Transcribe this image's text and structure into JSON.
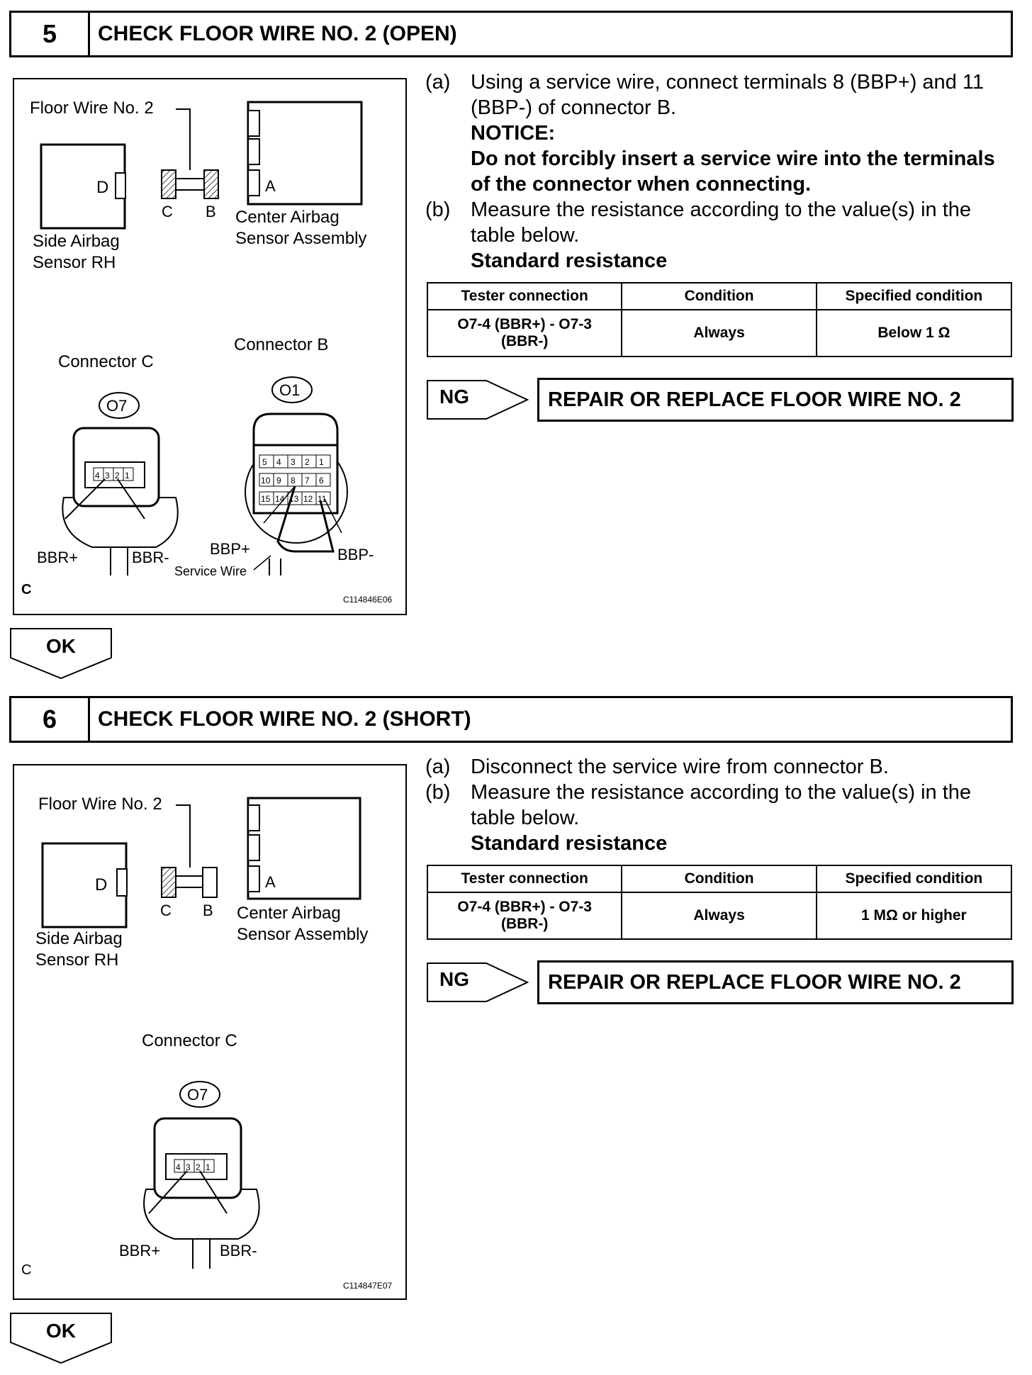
{
  "steps": [
    {
      "number": "5",
      "title": "CHECK FLOOR WIRE NO. 2 (OPEN)",
      "figure": {
        "floor_wire_label": "Floor Wire No. 2",
        "terminal_d": "D",
        "terminal_c": "C",
        "terminal_b": "B",
        "terminal_a": "A",
        "side_airbag_line1": "Side Airbag",
        "side_airbag_line2": "Sensor RH",
        "center_airbag_line1": "Center Airbag",
        "center_airbag_line2": "Sensor Assembly",
        "connector_c_label": "Connector C",
        "connector_b_label": "Connector B",
        "connector_c_code": "O7",
        "connector_b_code": "O1",
        "bbr_plus": "BBR+",
        "bbr_minus": "BBR-",
        "bbp_plus": "BBP+",
        "bbp_minus": "BBP-",
        "service_wire": "Service Wire",
        "corner_mark": "C",
        "figure_code": "C114846E06",
        "pins_c": [
          "4",
          "3",
          "2",
          "1"
        ],
        "pins_b_row1": [
          "5",
          "4",
          "3",
          "2",
          "1"
        ],
        "pins_b_row2": [
          "10",
          "9",
          "8",
          "7",
          "6"
        ],
        "pins_b_row3": [
          "15",
          "14",
          "13",
          "12",
          "11"
        ]
      },
      "instructions": {
        "a_label": "(a)",
        "a_text": "Using a service wire, connect terminals 8 (BBP+) and 11 (BBP-) of connector B.",
        "notice_label": "NOTICE:",
        "notice_text": "Do not forcibly insert a service wire into the terminals of the connector when connecting.",
        "b_label": "(b)",
        "b_text": "Measure the resistance according to the value(s) in the table below.",
        "standard": "Standard resistance"
      },
      "table": {
        "headers": [
          "Tester connection",
          "Condition",
          "Specified condition"
        ],
        "row": [
          "O7-4 (BBR+) - O7-3 (BBR-)",
          "Always",
          "Below 1 Ω"
        ]
      },
      "ng_label": "NG",
      "ng_result": "REPAIR OR REPLACE FLOOR WIRE NO. 2",
      "ok_label": "OK"
    },
    {
      "number": "6",
      "title": "CHECK FLOOR WIRE NO. 2 (SHORT)",
      "figure": {
        "floor_wire_label": "Floor Wire No. 2",
        "terminal_d": "D",
        "terminal_c": "C",
        "terminal_b": "B",
        "terminal_a": "A",
        "side_airbag_line1": "Side Airbag",
        "side_airbag_line2": "Sensor RH",
        "center_airbag_line1": "Center Airbag",
        "center_airbag_line2": "Sensor Assembly",
        "connector_c_label": "Connector C",
        "connector_c_code": "O7",
        "bbr_plus": "BBR+",
        "bbr_minus": "BBR-",
        "corner_mark": "C",
        "figure_code": "C114847E07",
        "pins_c": [
          "4",
          "3",
          "2",
          "1"
        ]
      },
      "instructions": {
        "a_label": "(a)",
        "a_text": "Disconnect the service wire from connector B.",
        "b_label": "(b)",
        "b_text": "Measure the resistance according to the value(s) in the table below.",
        "standard": "Standard resistance"
      },
      "table": {
        "headers": [
          "Tester connection",
          "Condition",
          "Specified condition"
        ],
        "row": [
          "O7-4 (BBR+) - O7-3 (BBR-)",
          "Always",
          "1 MΩ or higher"
        ]
      },
      "ng_label": "NG",
      "ng_result": "REPAIR OR REPLACE FLOOR WIRE NO. 2",
      "ok_label": "OK"
    }
  ]
}
